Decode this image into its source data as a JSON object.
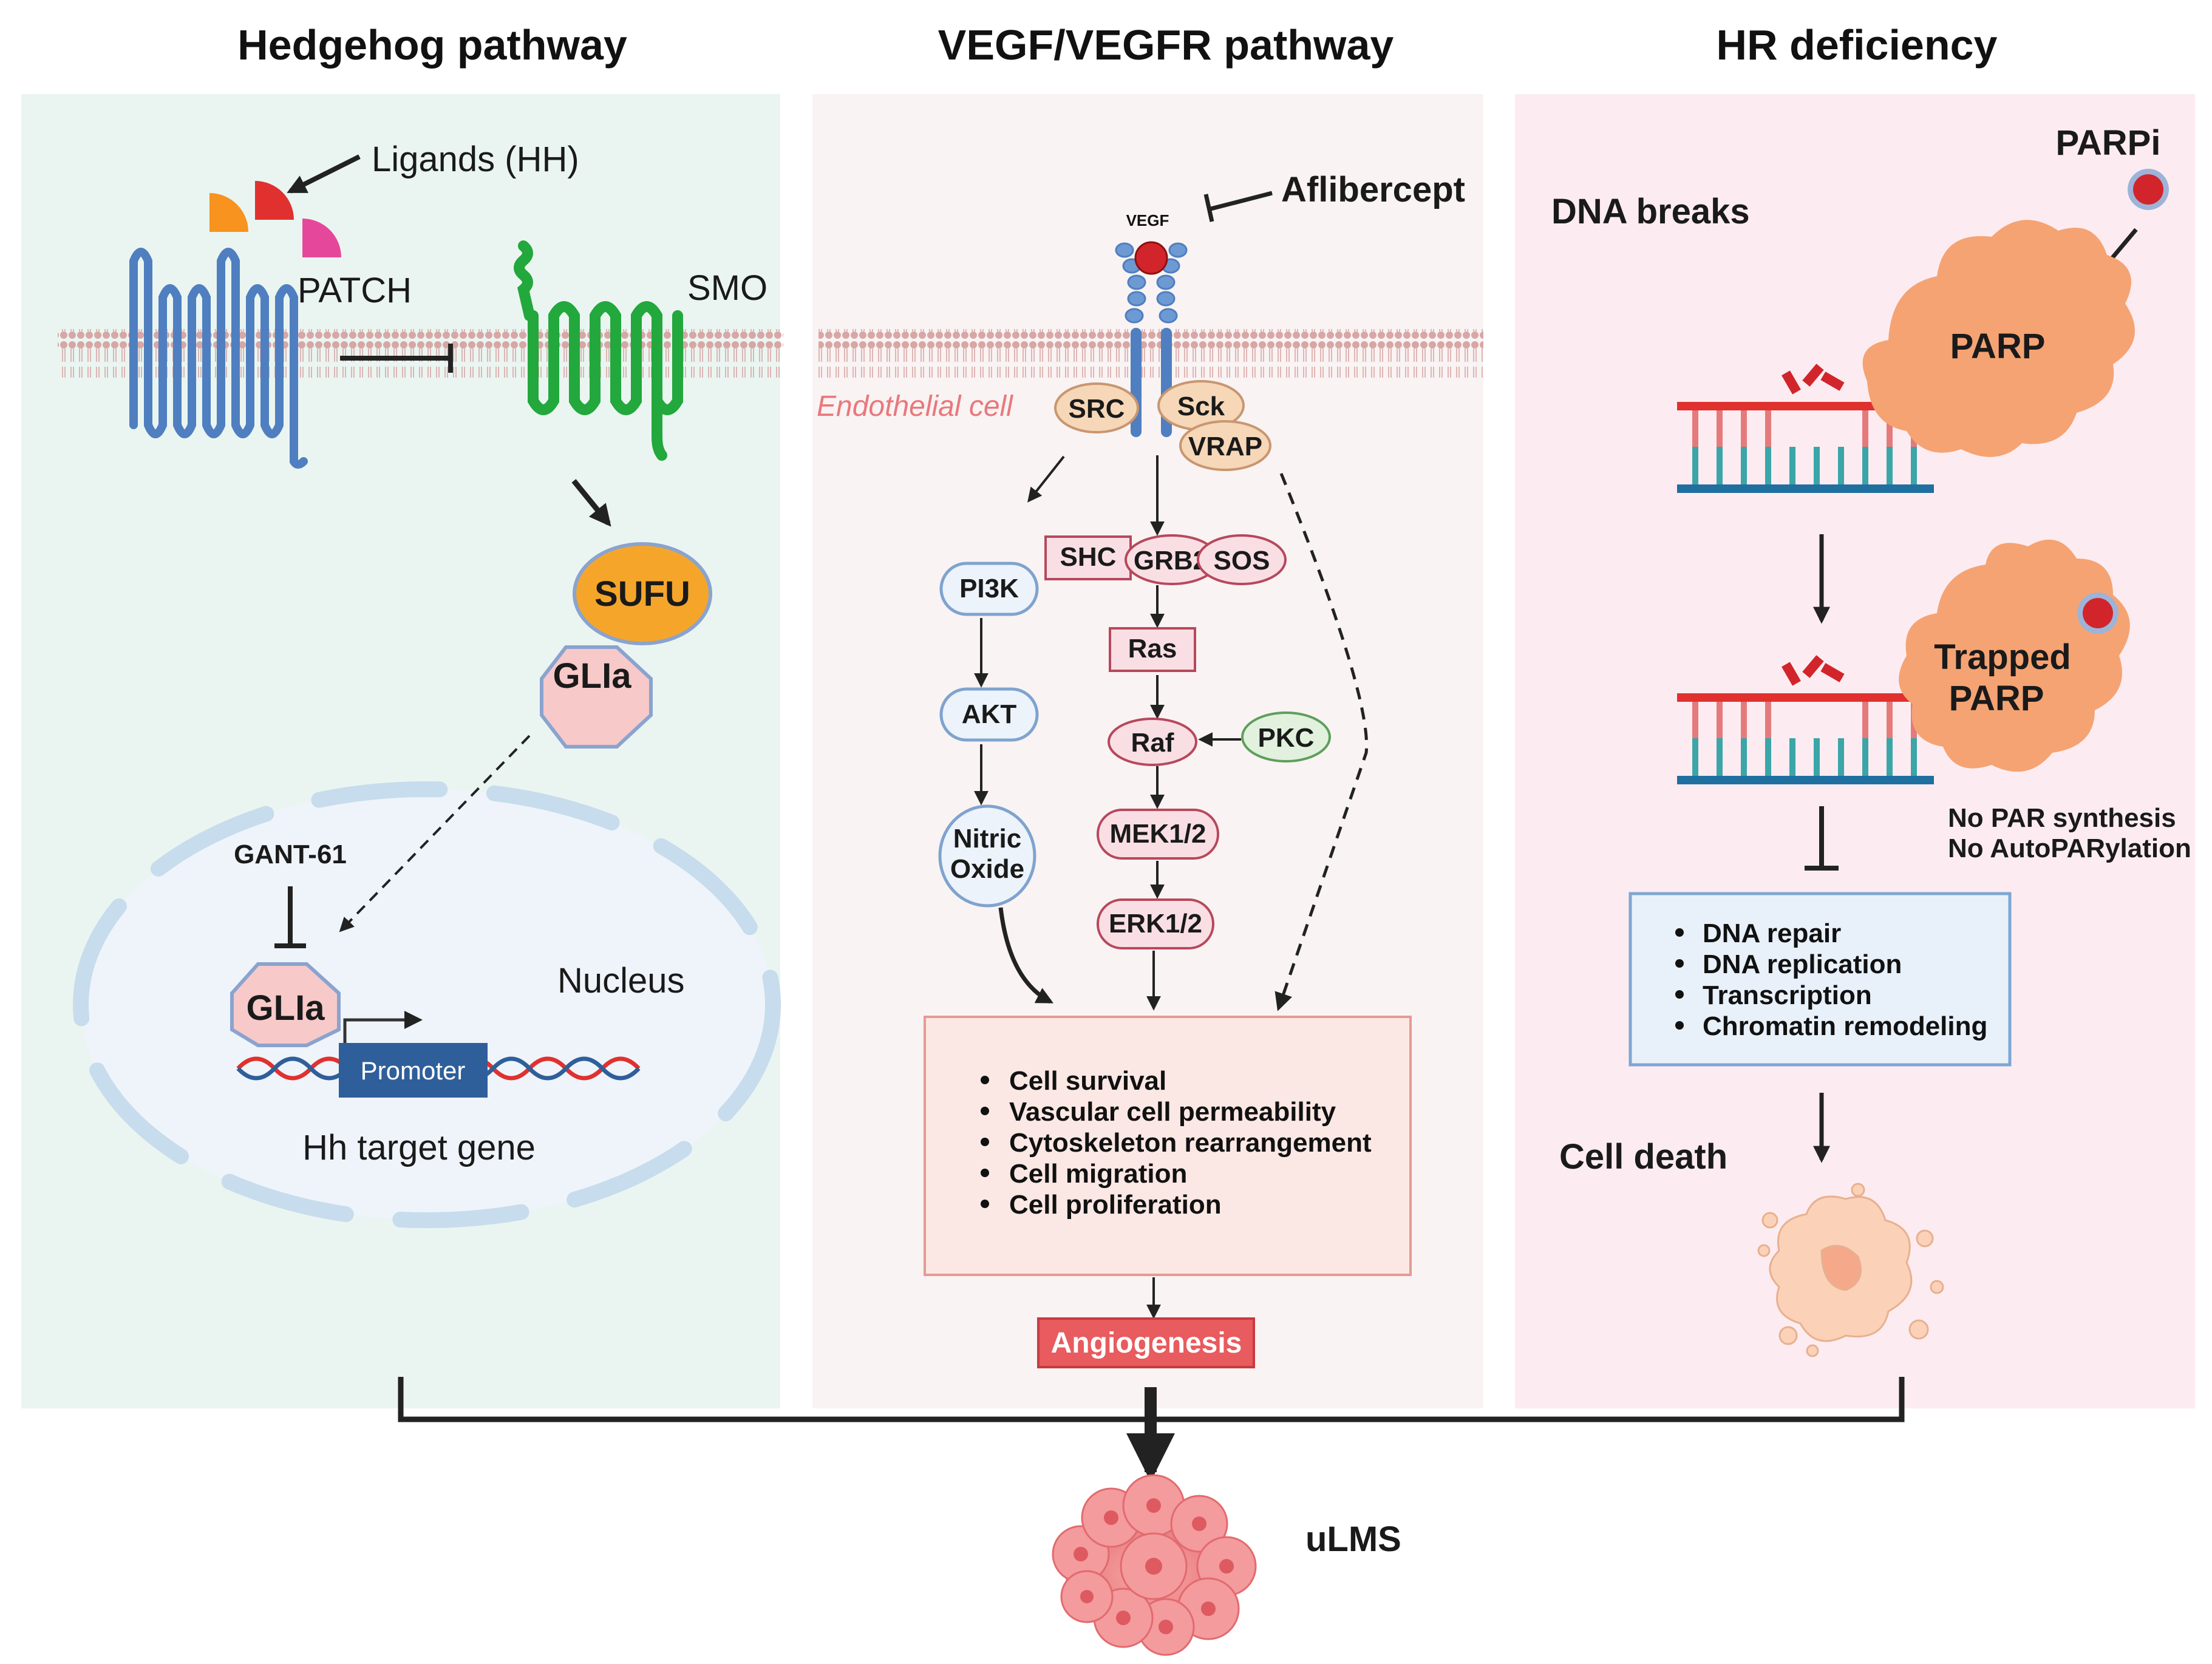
{
  "colors": {
    "panel_hedgehog": "#eaf5f1",
    "panel_vegf": "#f9f3f3",
    "panel_hr": "#fcecf1",
    "receptor_blue": "#4f7fc0",
    "smo_green": "#22a83c",
    "sufu_orange": "#f5a62a",
    "gli_pink": "#f7c9c9",
    "parp_orange": "#f5a373",
    "angio_red": "#e85b5e",
    "promoter_blue": "#2f5f9a"
  },
  "panels": {
    "hedgehog": {
      "title": "Hedgehog pathway",
      "ligands": "Ligands (HH)",
      "patch": "PATCH",
      "smo": "SMO",
      "sufu": "SUFU",
      "gli": "GLIa",
      "gant": "GANT-61",
      "nucleus": "Nucleus",
      "gli_nuclear": "GLIa",
      "promoter": "Promoter",
      "target_gene": "Hh target gene"
    },
    "vegf": {
      "title": "VEGF/VEGFR pathway",
      "aflibercept": "Aflibercept",
      "vegf": "VEGF",
      "endothelial": "Endothelial cell",
      "src": "SRC",
      "sck": "Sck",
      "vrap": "VRAP",
      "shc": "SHC",
      "grb2": "GRB2",
      "sos": "SOS",
      "pi3k": "PI3K",
      "akt": "AKT",
      "nitric_1": "Nitric",
      "nitric_2": "Oxide",
      "ras": "Ras",
      "raf": "Raf",
      "pkc": "PKC",
      "mek": "MEK1/2",
      "erk": "ERK1/2",
      "outcomes": [
        "Cell survival",
        "Vascular cell permeability",
        "Cytoskeleton rearrangement",
        "Cell migration",
        "Cell proliferation"
      ],
      "angiogenesis": "Angiogenesis"
    },
    "hr": {
      "title": "HR deficiency",
      "parpi": "PARPi",
      "dna_breaks": "DNA breaks",
      "parp": "PARP",
      "trapped_1": "Trapped",
      "trapped_2": "PARP",
      "no_par_1": "No PAR synthesis",
      "no_par_2": "No AutoPARylation",
      "functions": [
        "DNA repair",
        "DNA replication",
        "Transcription",
        "Chromatin remodeling"
      ],
      "cell_death": "Cell death"
    }
  },
  "result": "uLMS"
}
